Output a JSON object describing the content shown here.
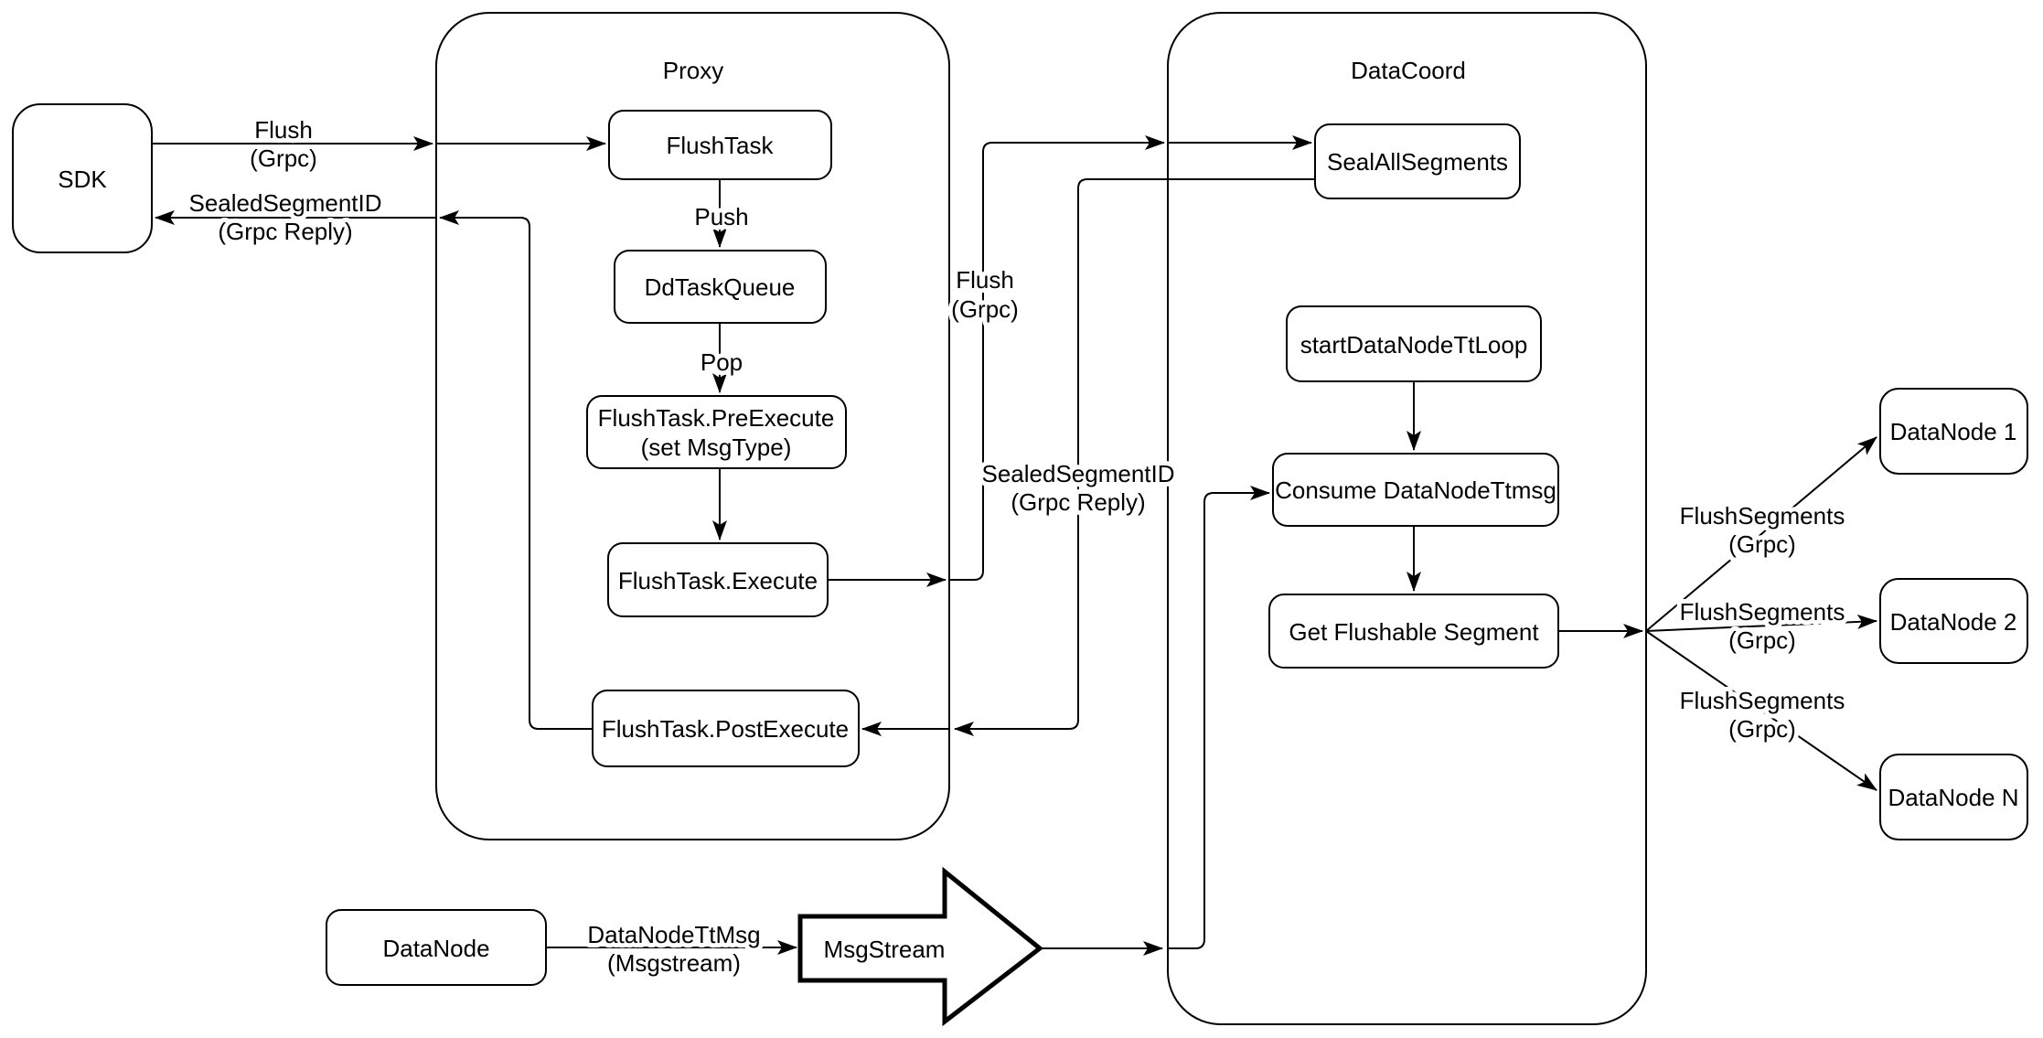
{
  "diagram": {
    "colors": {
      "stroke": "#000000",
      "background": "#ffffff"
    },
    "containers": {
      "proxy": {
        "label": "Proxy"
      },
      "datacoord": {
        "label": "DataCoord"
      }
    },
    "nodes": {
      "sdk": {
        "label": "SDK"
      },
      "flush_task": {
        "label": "FlushTask"
      },
      "dd_task_queue": {
        "label": "DdTaskQueue"
      },
      "pre_execute": {
        "label_line1": "FlushTask.PreExecute",
        "label_line2": "(set MsgType)"
      },
      "execute": {
        "label": "FlushTask.Execute"
      },
      "post_execute": {
        "label": "FlushTask.PostExecute"
      },
      "seal_all_segments": {
        "label": "SealAllSegments"
      },
      "start_datanode_tt_loop": {
        "label": "startDataNodeTtLoop"
      },
      "consume_datanode_ttmsg": {
        "label": "Consume DataNodeTtmsg"
      },
      "get_flushable_segment": {
        "label": "Get Flushable Segment"
      },
      "datanode_1": {
        "label": "DataNode 1"
      },
      "datanode_2": {
        "label": "DataNode 2"
      },
      "datanode_n": {
        "label": "DataNode N"
      },
      "datanode": {
        "label": "DataNode"
      },
      "msgstream": {
        "label": "MsgStream"
      }
    },
    "edge_labels": {
      "sdk_to_proxy": {
        "line1": "Flush",
        "line2": "(Grpc)"
      },
      "proxy_to_sdk": {
        "line1": "SealedSegmentID",
        "line2": "(Grpc Reply)"
      },
      "push": {
        "line1": "Push"
      },
      "pop": {
        "line1": "Pop"
      },
      "execute_to_seal": {
        "line1": "Flush",
        "line2": "(Grpc)"
      },
      "seal_to_post": {
        "line1": "SealedSegmentID",
        "line2": "(Grpc Reply)"
      },
      "flush_segments_1": {
        "line1": "FlushSegments",
        "line2": "(Grpc)"
      },
      "flush_segments_2": {
        "line1": "FlushSegments",
        "line2": "(Grpc)"
      },
      "flush_segments_3": {
        "line1": "FlushSegments",
        "line2": "(Grpc)"
      },
      "datanode_ttmsg": {
        "line1": "DataNodeTtMsg",
        "line2": "(Msgstream)"
      }
    }
  }
}
